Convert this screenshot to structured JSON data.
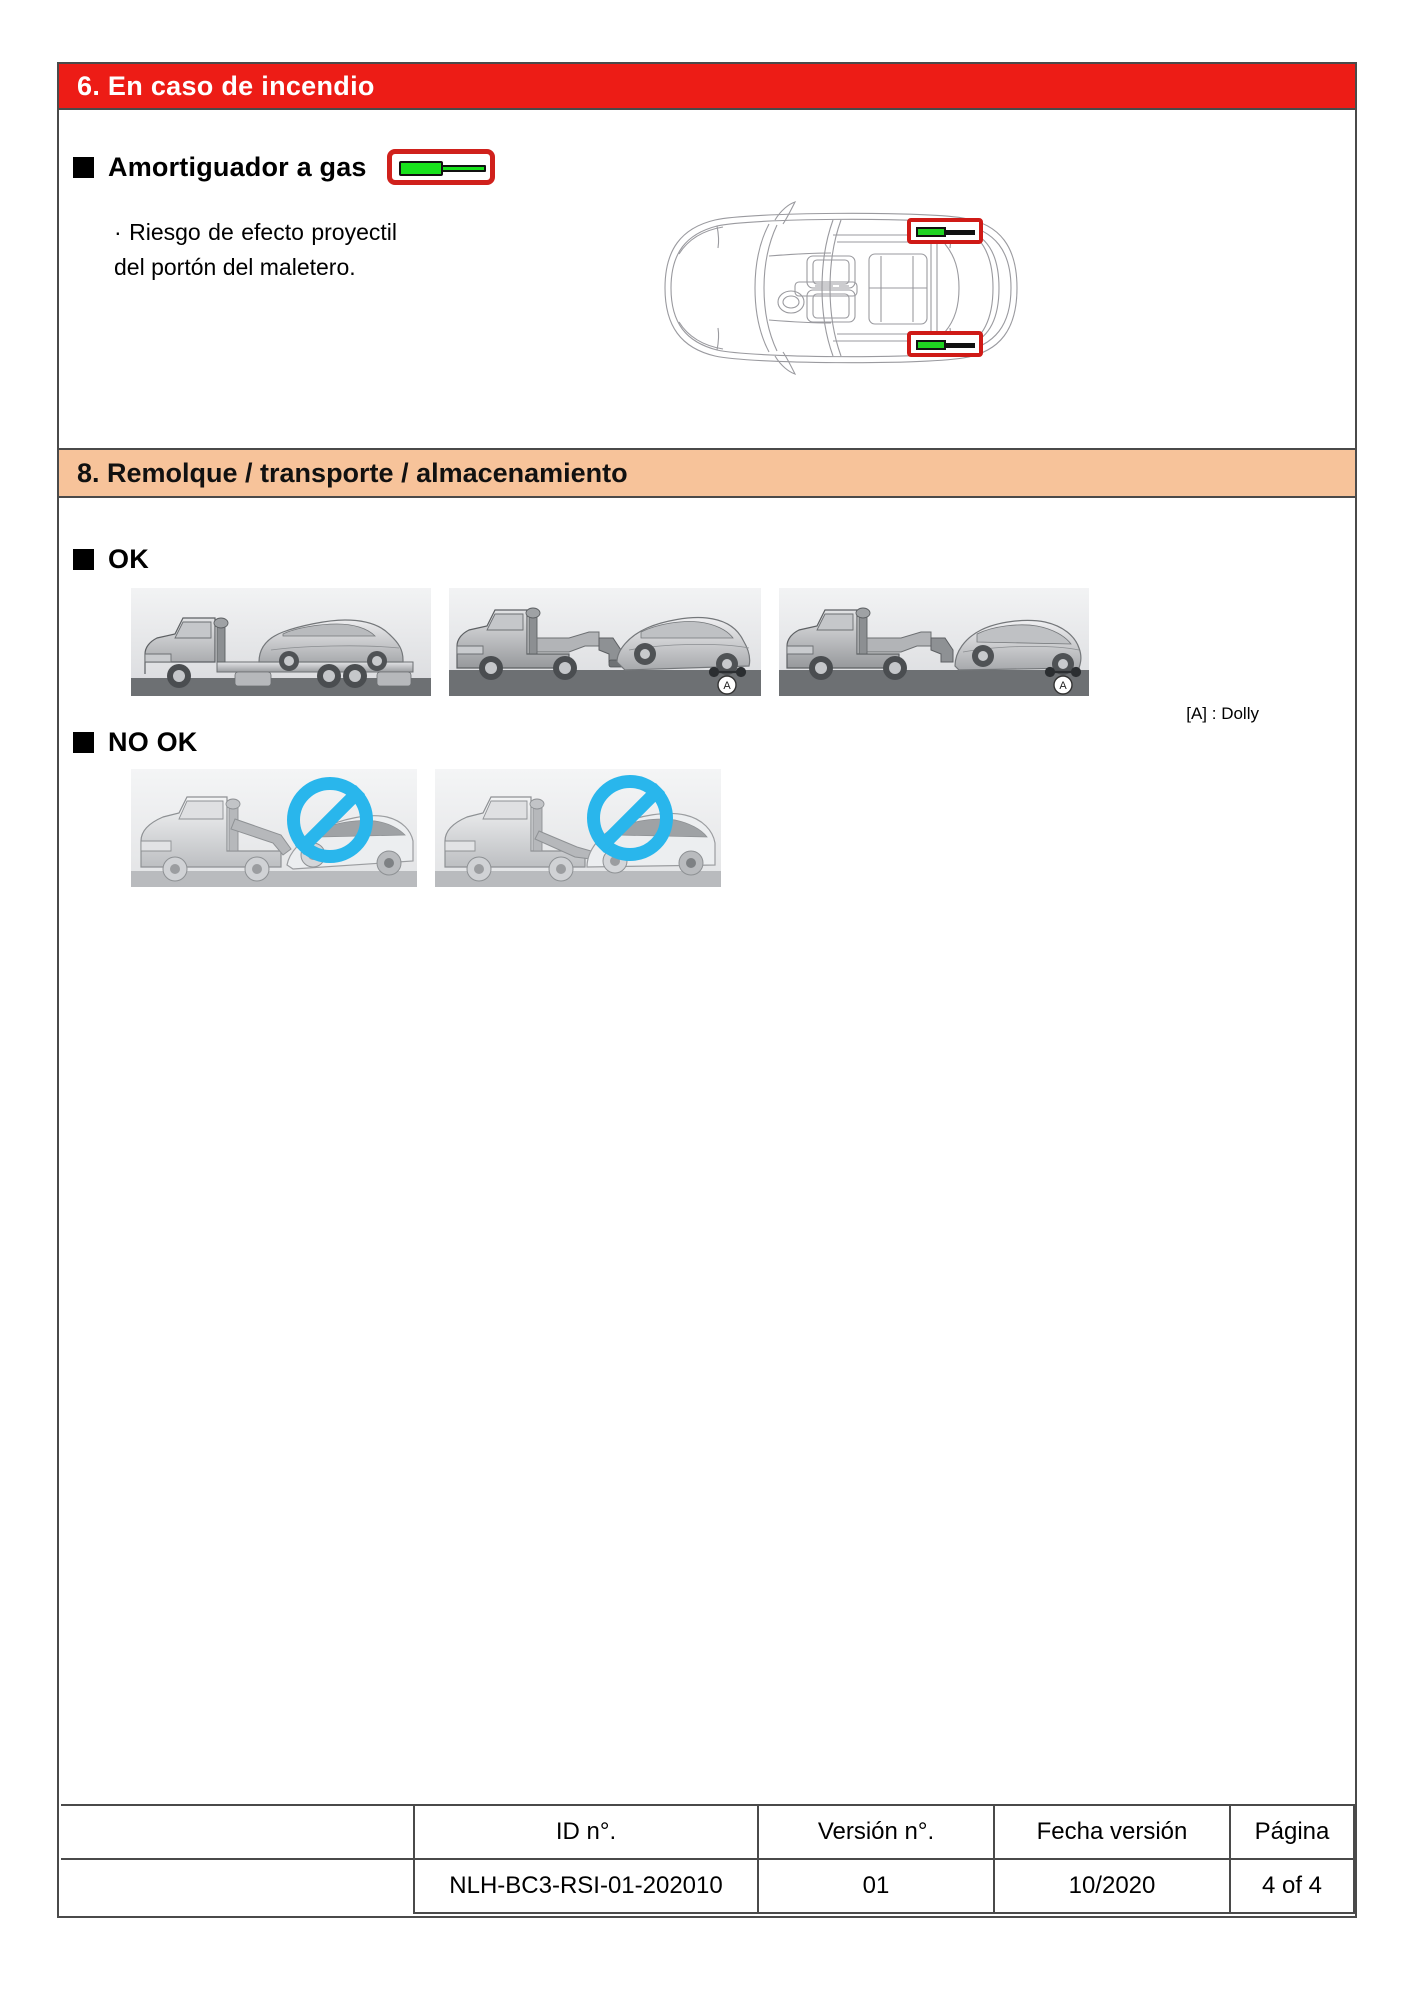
{
  "document": {
    "language": "es"
  },
  "section6": {
    "header": "6. En caso de incendio",
    "header_color": "#ed1c16",
    "bullet": {
      "label": "Amortiguador a gas",
      "icon": "gas-damper-icon",
      "icon_border_color": "#d0211c",
      "icon_fill_color": "#18e21c"
    },
    "body_text": "·  Riesgo  de  efecto proyectil  del  portón del maletero.",
    "figure": {
      "name": "car-top-view-diagram",
      "marker_count": 2,
      "marker_label": "gas-damper-location-marker"
    }
  },
  "section8": {
    "header": "8. Remolque / transporte / almacenamiento",
    "header_color": "#f7c39a",
    "ok": {
      "label": "OK",
      "images": [
        "flatbed-truck-carrying-car",
        "tow-truck-front-lift-with-dolly",
        "tow-truck-rear-lift-with-dolly"
      ],
      "dolly_marker": "A"
    },
    "legend": "[A] : Dolly",
    "nook": {
      "label": "NO OK",
      "images": [
        "tow-truck-hook-lift-prohibited",
        "tow-truck-flat-tow-prohibited"
      ],
      "prohibition_color": "#29b6ec"
    }
  },
  "footer": {
    "headers": [
      "",
      "ID n°.",
      "Versión n°.",
      "Fecha versión",
      "Página"
    ],
    "values": [
      "",
      "NLH-BC3-RSI-01-202010",
      "01",
      "10/2020",
      "4 of 4"
    ]
  }
}
